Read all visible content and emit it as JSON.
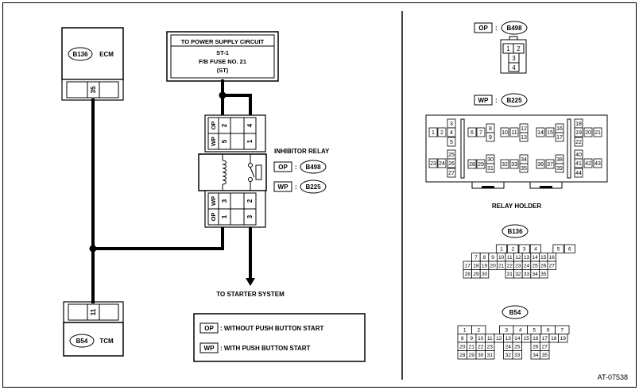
{
  "ecm": {
    "connector": "B136",
    "name": "ECM",
    "pin": "35"
  },
  "tcm": {
    "connector": "B54",
    "name": "TCM",
    "pin": "11"
  },
  "power": {
    "line1": "TO POWER SUPPLY CIRCUIT",
    "line2": "ST-1",
    "line3": "F/B FUSE NO. 21",
    "line4": "(ST)"
  },
  "relay": {
    "title": "INHIBITOR RELAY",
    "op_tag": "OP",
    "op_conn": "B498",
    "wp_tag": "WP",
    "wp_conn": "B225",
    "top_op_pins": [
      "2",
      "4"
    ],
    "top_wp_pins": [
      "5",
      "1"
    ],
    "bot_wp_pins": [
      "3",
      "2"
    ],
    "bot_op_pins": [
      "1",
      "3"
    ]
  },
  "starter": "TO STARTER SYSTEM",
  "legend": {
    "op_tag": "OP",
    "op_text": ": WITHOUT PUSH BUTTON START",
    "wp_tag": "WP",
    "wp_text": ": WITH PUSH BUTTON START"
  },
  "b498": {
    "tag": "OP",
    "sep": ":",
    "conn": "B498",
    "pins": [
      "1",
      "2",
      "3",
      "4"
    ]
  },
  "b225": {
    "tag": "WP",
    "sep": ":",
    "conn": "B225",
    "caption": "RELAY HOLDER",
    "pins": [
      "1",
      "2",
      "3",
      "4",
      "5",
      "6",
      "7",
      "8",
      "9",
      "10",
      "11",
      "12",
      "13",
      "14",
      "15",
      "16",
      "17",
      "18",
      "19",
      "20",
      "21",
      "22",
      "23",
      "24",
      "25",
      "26",
      "27",
      "28",
      "29",
      "30",
      "31",
      "32",
      "33",
      "34",
      "35",
      "36",
      "37",
      "38",
      "39",
      "40",
      "41",
      "42",
      "43",
      "44"
    ]
  },
  "b136": {
    "conn": "B136",
    "rows": [
      [
        "1",
        "2",
        "3",
        "4",
        "",
        "5",
        "6"
      ],
      [
        "7",
        "8",
        "9",
        "10",
        "11",
        "12",
        "13",
        "14",
        "15",
        "16"
      ],
      [
        "17",
        "18",
        "19",
        "20",
        "21",
        "22",
        "23",
        "24",
        "25",
        "26",
        "27"
      ],
      [
        "28",
        "29",
        "30",
        "",
        "",
        "31",
        "32",
        "33",
        "34",
        "35"
      ]
    ]
  },
  "b54": {
    "conn": "B54",
    "rows": [
      [
        "1",
        "2",
        "",
        "3",
        "4",
        "5",
        "6",
        "7"
      ],
      [
        "8",
        "9",
        "10",
        "11",
        "12",
        "13",
        "14",
        "15",
        "16",
        "17",
        "18",
        "19"
      ],
      [
        "20",
        "21",
        "22",
        "23",
        "",
        "24",
        "25",
        "",
        "26",
        "27"
      ],
      [
        "28",
        "29",
        "30",
        "31",
        "",
        "32",
        "33",
        "",
        "34",
        "35"
      ]
    ]
  },
  "figure_id": "AT-07538"
}
